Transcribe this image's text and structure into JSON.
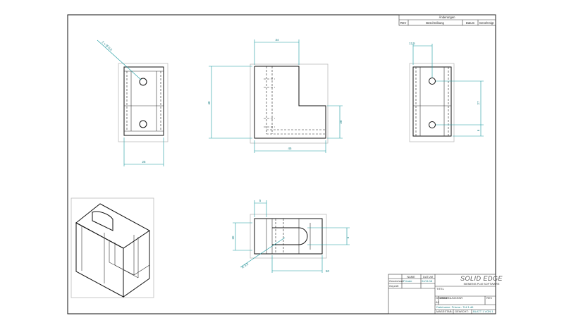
{
  "revision_table": {
    "title": "Änderungen",
    "columns": [
      "REV",
      "Beschreibung",
      "Datum",
      "Genehmigt"
    ]
  },
  "dimensions": {
    "hole_callout": "2 × Ø 6,6",
    "front_width": "25",
    "top_width": "34",
    "height": "40",
    "step_height": "28",
    "bottom_width": "45",
    "right_offset": "12,5",
    "right_hole_spacing": "27",
    "right_bottom": "6",
    "bottom_small": "5",
    "bottom_height": "20",
    "bottom_slot": "6",
    "bottom_radius": "R 3,3",
    "bottom_length": "50"
  },
  "title_block": {
    "name_header": "NAME",
    "date_header": "DATUM",
    "drawn_label": "Gezeichnet",
    "drawn_name": "Private",
    "drawn_date": "04/11/18",
    "checked_label": "Geprüft",
    "logo": "SOLID EDGE",
    "company": "SIEMENS PLM SOFTWARE",
    "title_label": "TITEL",
    "size_label": "GRÖSSE",
    "size_value": "A3",
    "dwg_label": "ZEICHNUNGSNR",
    "rev_label": "REV",
    "file_line": "Dateiname: Prisma - Teil 1.dft",
    "scale_label": "MASSSTAB:",
    "weight_label": "GEWICHT:",
    "sheet_label": "BLATT 1 VON 1"
  }
}
